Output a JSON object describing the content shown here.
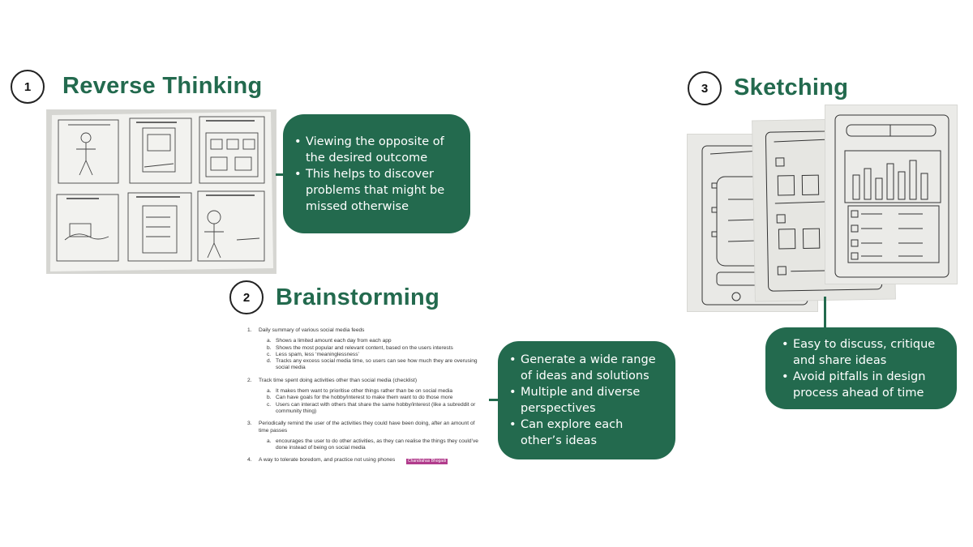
{
  "section1": {
    "number": "1",
    "title": "Reverse Thinking",
    "bullets": [
      "Viewing the opposite of the desired outcome",
      "This helps to discover problems that might be missed otherwise"
    ]
  },
  "section2": {
    "number": "2",
    "title": "Brainstorming",
    "bullets": [
      "Generate a wide range of ideas and solutions",
      "Multiple and diverse perspectives",
      "Can explore each other’s ideas"
    ],
    "document": {
      "items": [
        {
          "num": "1.",
          "text": "Daily summary of various social media feeds",
          "subs": [
            {
              "num": "a.",
              "text": "Shows a limited amount each day from each app"
            },
            {
              "num": "b.",
              "text": "Shows the most popular and relevant content, based on the users interests"
            },
            {
              "num": "c.",
              "text": "Less spam, less ‘meaninglessness’"
            },
            {
              "num": "d.",
              "text": "Tracks any excess social media time, so users can see how much they are overusing social media"
            }
          ]
        },
        {
          "num": "2.",
          "text": "Track time spent doing activities other than social media (checklist)",
          "subs": [
            {
              "num": "a.",
              "text": "It makes them want to prioritise other things rather than be on social media"
            },
            {
              "num": "b.",
              "text": "Can have goals for the hobby/interest to make them want to do those more"
            },
            {
              "num": "c.",
              "text": "Users can interact with others that share the same hobby/interest (like a subreddit or community thing)"
            }
          ]
        },
        {
          "num": "3.",
          "text": "Periodically remind the user of the activities they could have been doing, after an amount of time passes",
          "subs": [
            {
              "num": "a.",
              "text": "encourages the user to do other activities, as they can realise the things they could’ve done instead of being on social media"
            }
          ]
        },
        {
          "num": "4.",
          "text": "A way to tolerate boredom, and practice not using phones",
          "subs": []
        }
      ],
      "comment_tag": "Chandrahas Bhogadi"
    }
  },
  "section3": {
    "number": "3",
    "title": "Sketching",
    "bullets": [
      "Easy to discuss, critique and share ideas",
      "Avoid pitfalls in design process ahead of time"
    ]
  },
  "colors": {
    "accent": "#236a4e",
    "bubble_text": "#ffffff",
    "comment_tag": "#b13c8c"
  }
}
